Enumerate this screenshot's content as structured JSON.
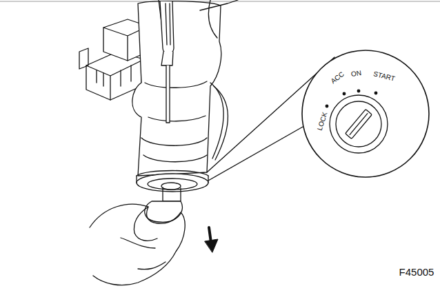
{
  "diagram": {
    "labels": [
      "LOCK",
      "ACC",
      "ON",
      "START",
      "F45005"
    ]
  }
}
